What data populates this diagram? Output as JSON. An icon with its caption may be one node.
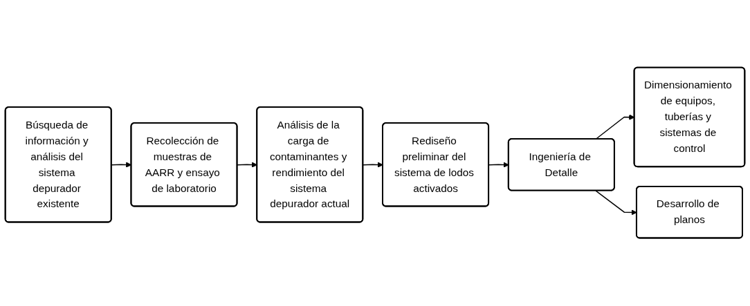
{
  "diagram": {
    "nodes": [
      {
        "text": [
          "Búsqueda de información y análisis del sistema depurador existente"
        ]
      },
      {
        "text": [
          "Recolección de muestras de AARR y ensayo de laboratorio"
        ]
      },
      {
        "text": [
          "Análisis de la carga de contaminantes y rendimiento del sistema depurador actual"
        ]
      },
      {
        "text": [
          "Rediseño preliminar del sistema de lodos activados"
        ]
      },
      {
        "text": [
          "Ingeniería de Detalle"
        ]
      },
      {
        "text": [
          "Dimensionamiento de equipos, tuberías y sistemas de control"
        ]
      },
      {
        "text": [
          "Desarrollo de planos"
        ]
      }
    ],
    "edges": [
      {
        "from": 0,
        "to": 1,
        "arrow": "to"
      },
      {
        "from": 1,
        "to": 2,
        "arrow": "to"
      },
      {
        "from": 2,
        "to": 3,
        "arrow": "to"
      },
      {
        "from": 3,
        "to": 4,
        "arrow": "to"
      },
      {
        "from": 4,
        "to": 5,
        "arrow": "to"
      },
      {
        "from": 4,
        "to": 6,
        "arrow": "to"
      }
    ]
  }
}
